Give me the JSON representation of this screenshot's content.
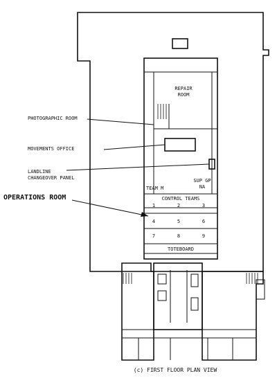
{
  "labels": {
    "repair_room_line1": "REPAIR",
    "repair_room_line2": "ROOM",
    "photographic_room": "PHOTOGRAPHIC ROOM",
    "movements_office": "MOVEMENTS OFFICE",
    "landline_line1": "LANDLINE",
    "landline_line2": "CHANGEOVER PANEL",
    "team_m": "TEAM M",
    "sup_gp_line1": "SUP GP",
    "sup_gp_line2": "NA",
    "control_teams": "CONTROL TEAMS",
    "operations_room": "OPERATIONS ROOM",
    "toteboard": "TOTEBOARD",
    "caption": "(c)  FIRST FLOOR PLAN VIEW"
  },
  "team_numbers": [
    "1",
    "2",
    "3",
    "4",
    "5",
    "6",
    "7",
    "8",
    "9"
  ]
}
